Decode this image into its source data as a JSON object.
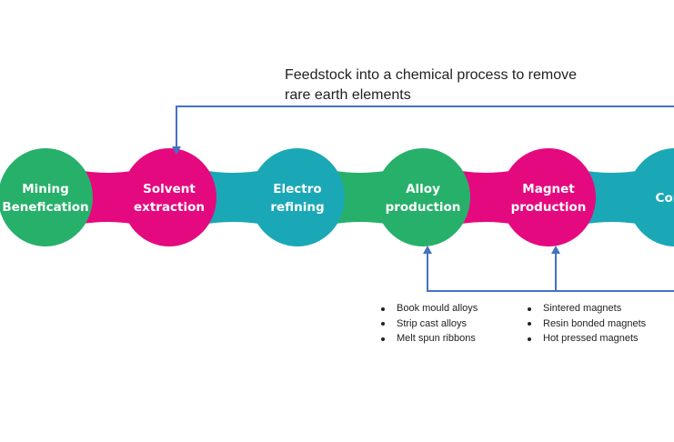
{
  "annotation": {
    "line1": "Feedstock into a chemical process to remove",
    "line2": "rare earth elements"
  },
  "colors": {
    "green": "#27b06a",
    "pink": "#e5097f",
    "teal": "#1ba8b6",
    "arrow": "#4472c4"
  },
  "nodes": [
    {
      "line1": "Mining",
      "line2": "Benefication",
      "color": "green"
    },
    {
      "line1": "Solvent",
      "line2": "extraction",
      "color": "pink"
    },
    {
      "line1": "Electro",
      "line2": "refining",
      "color": "teal"
    },
    {
      "line1": "Alloy",
      "line2": "production",
      "color": "green"
    },
    {
      "line1": "Magnet",
      "line2": "production",
      "color": "pink"
    },
    {
      "line1": "Comp",
      "line2": "",
      "color": "teal"
    }
  ],
  "alloy_list": [
    "Book mould alloys",
    "Strip cast alloys",
    "Melt spun ribbons"
  ],
  "magnet_list": [
    "Sintered magnets",
    "Resin bonded magnets",
    "Hot pressed magnets"
  ]
}
